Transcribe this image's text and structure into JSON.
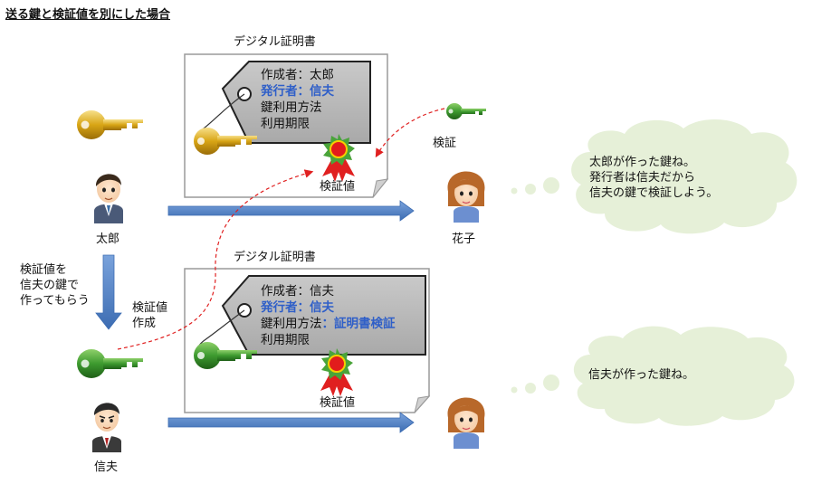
{
  "title": "送る鍵と検証値を別にした場合",
  "cert_top": {
    "label": "デジタル証明書",
    "lines": [
      "作成者：太郎",
      "発行者：信夫",
      "鍵利用方法",
      "利用期限"
    ],
    "seal_label": "検証値"
  },
  "cert_bottom": {
    "label": "デジタル証明書",
    "lines": [
      "作成者：信夫",
      "発行者：信夫",
      "鍵利用方法",
      "：証明書検証",
      "利用期限"
    ],
    "seal_label": "検証値"
  },
  "persons": {
    "taro": "太郎",
    "hanako": "花子",
    "nobuo": "信夫"
  },
  "labels": {
    "verify": "検証",
    "request": [
      "検証値を",
      "信夫の鍵で",
      "作ってもらう"
    ],
    "create": [
      "検証値",
      "作成"
    ]
  },
  "bubbles": {
    "top": [
      "太郎が作った鍵ね。",
      "発行者は信夫だから",
      "信夫の鍵で検証しよう。"
    ],
    "bottom": [
      "信夫が作った鍵ね。"
    ]
  },
  "colors": {
    "arrow_blue": "#4f7fc4",
    "key_gold": "#d8a515",
    "key_green": "#3d9a2f",
    "tag_gray": "#bdbdbd",
    "highlight_blue": "#2f5fc8",
    "bubble_fill": "#e6f0d8",
    "dashed_red": "#e02020"
  }
}
